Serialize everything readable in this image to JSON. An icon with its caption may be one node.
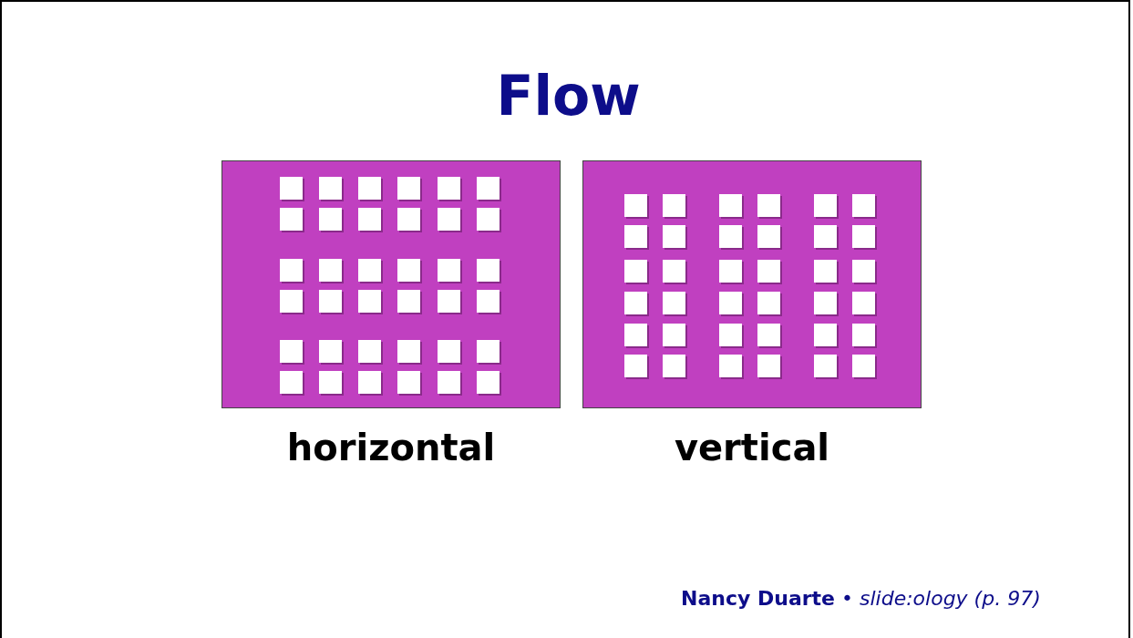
{
  "diagram": {
    "title": "Flow",
    "nodes": [
      {
        "text": [
          "horizontal"
        ]
      },
      {
        "text": [
          "vertical"
        ]
      }
    ],
    "caption": "**Nancy Duarte** • *slide:ology (p. 97)*"
  }
}
